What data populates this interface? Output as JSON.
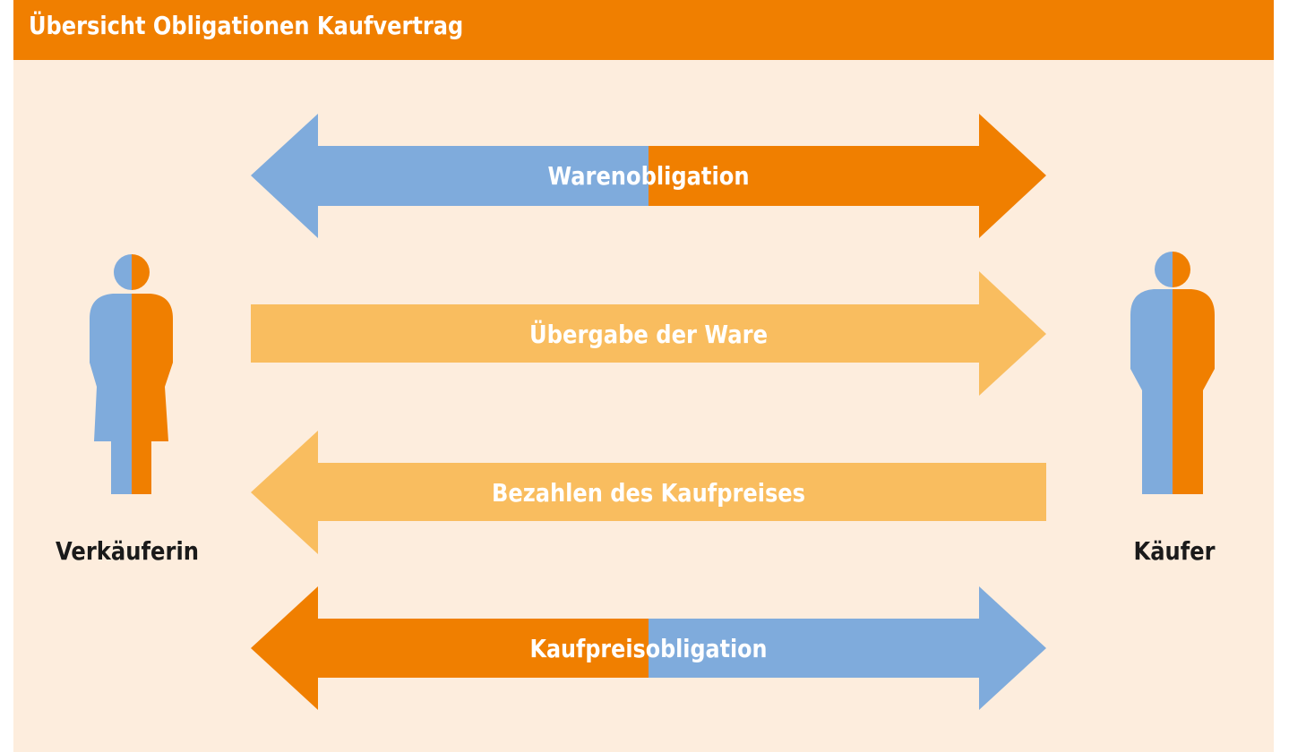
{
  "header": {
    "title": "Übersicht Obligationen Kaufvertrag"
  },
  "colors": {
    "orange": "#f07f00",
    "blue": "#7fabdc",
    "light_orange": "#f9bd5f",
    "panel_background": "#fdeddd"
  },
  "arrows": [
    {
      "label": "Warenobligation",
      "direction": "both",
      "left_color": "blue",
      "right_color": "orange"
    },
    {
      "label": "Übergabe der Ware",
      "direction": "right",
      "color": "light_orange"
    },
    {
      "label": "Bezahlen des Kaufpreises",
      "direction": "left",
      "color": "light_orange"
    },
    {
      "label": "Kaufpreisobligation",
      "direction": "both",
      "left_color": "orange",
      "right_color": "blue"
    }
  ],
  "persons": {
    "seller": {
      "label": "Verkäuferin",
      "icon": "female-person-icon",
      "left_color": "blue",
      "right_color": "orange"
    },
    "buyer": {
      "label": "Käufer",
      "icon": "male-person-icon",
      "left_color": "blue",
      "right_color": "orange"
    }
  }
}
